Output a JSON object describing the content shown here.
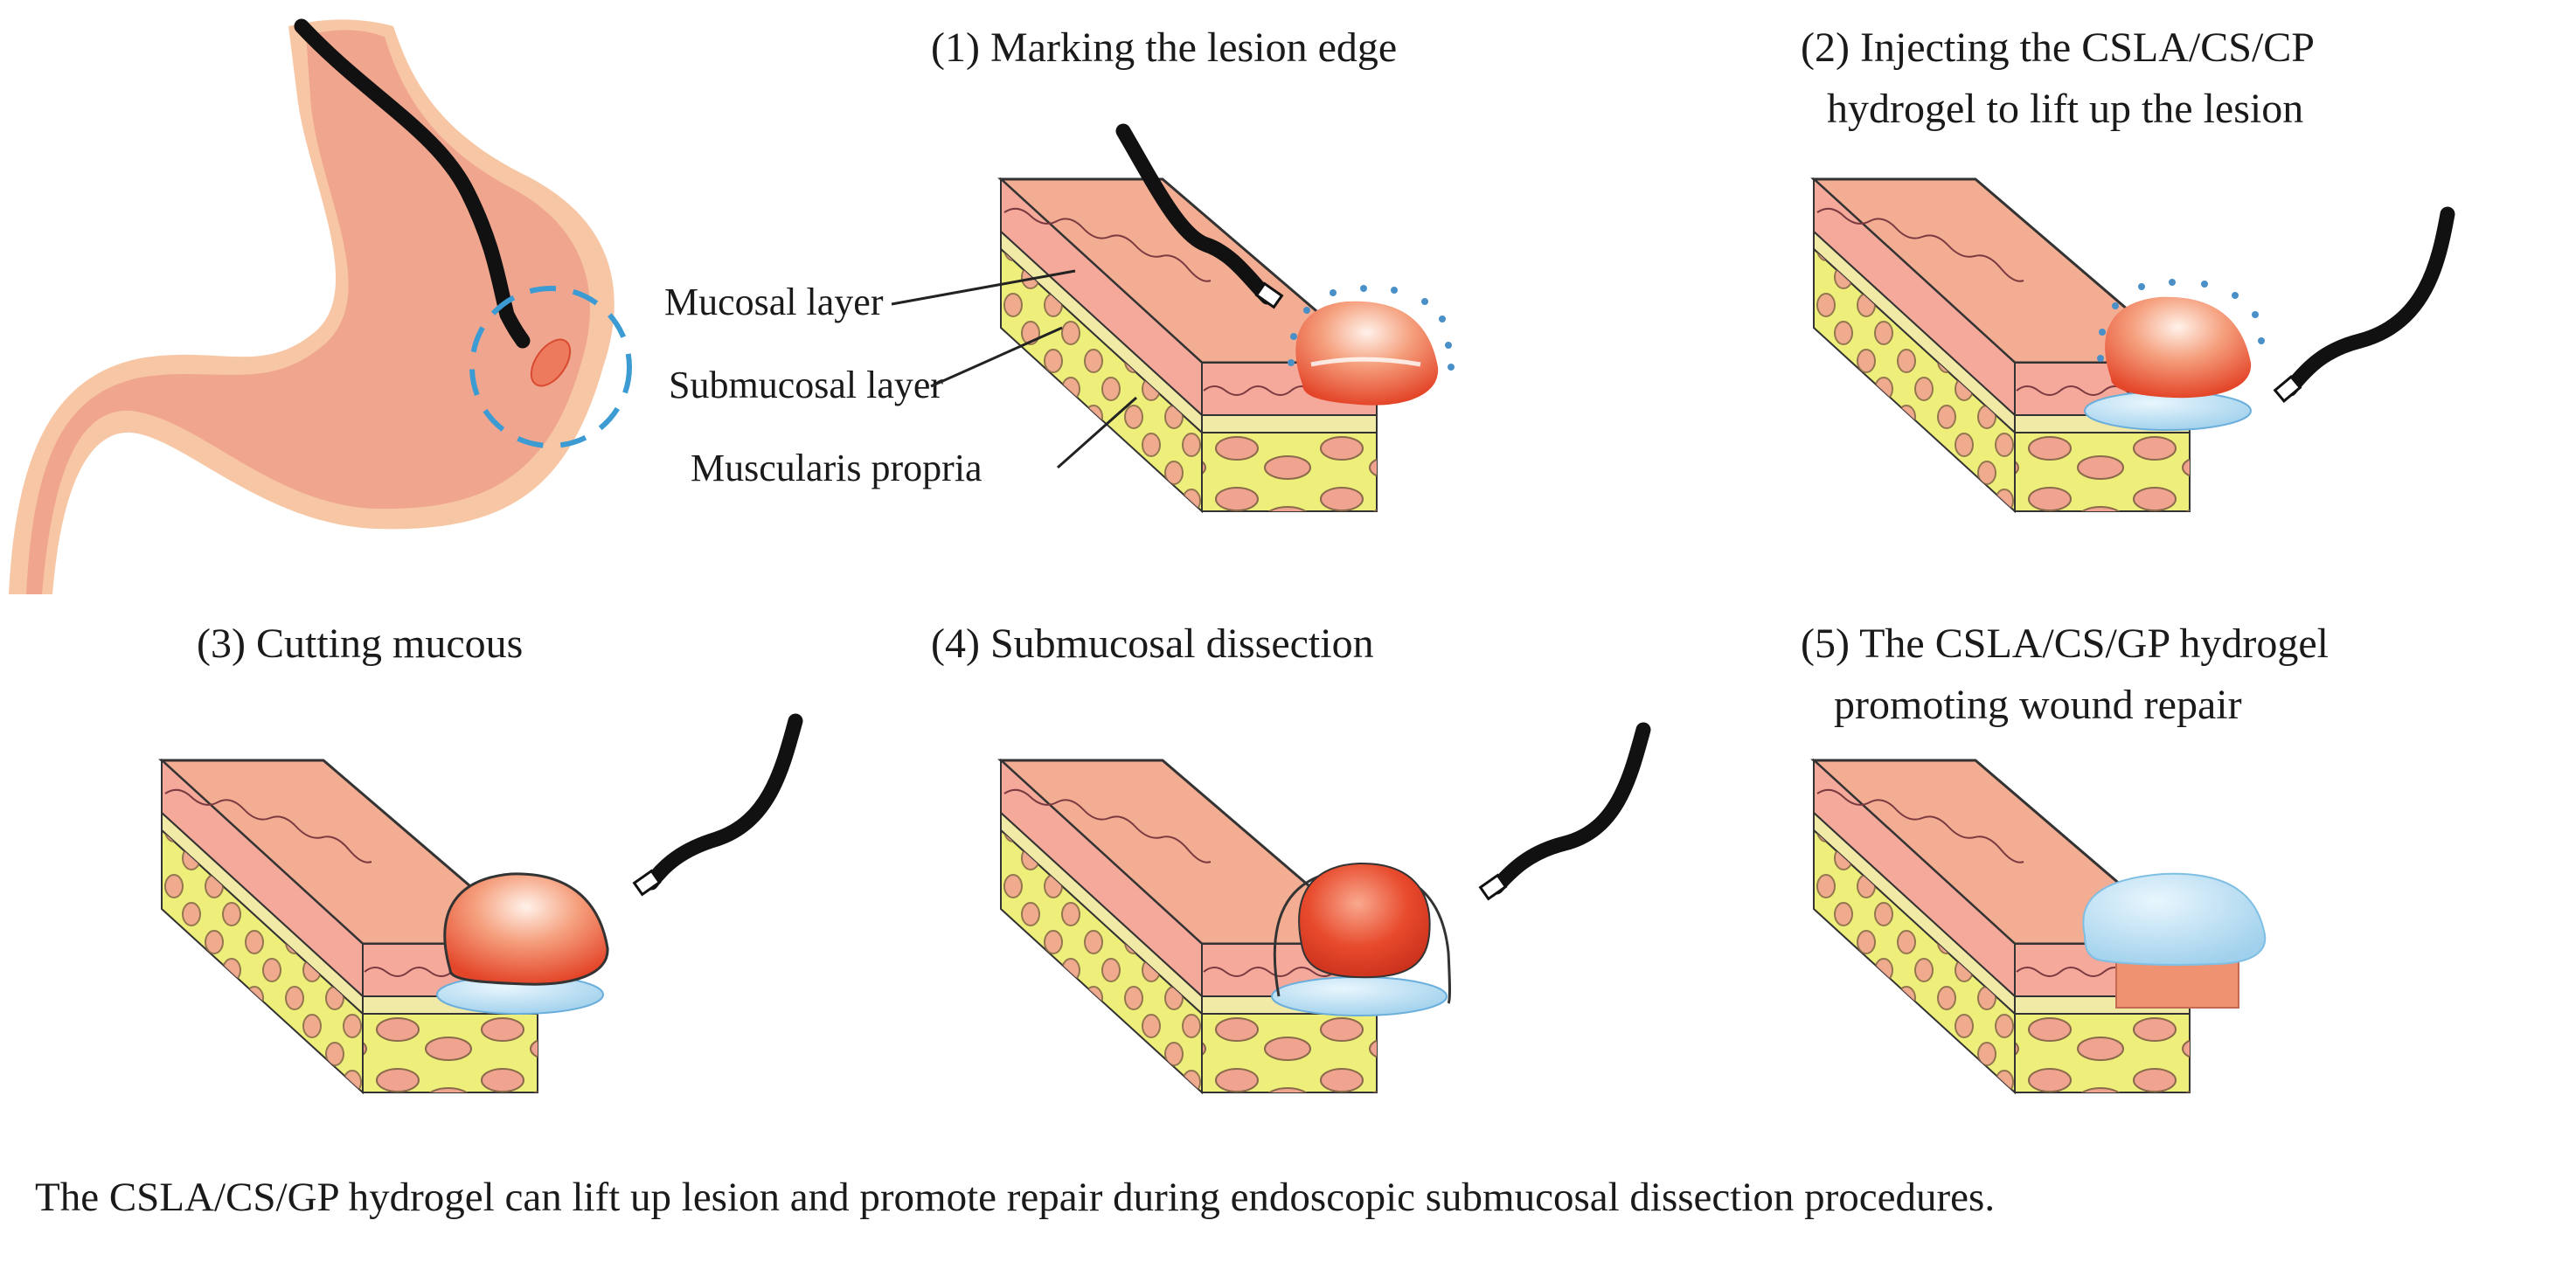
{
  "steps": [
    {
      "title": "(1) Marking  the lesion edge"
    },
    {
      "title_line1": "(2) Injecting the CSLA/CS/CP",
      "title_line2": "hydrogel to lift up the lesion"
    },
    {
      "title": "(3) Cutting mucous"
    },
    {
      "title": "(4) Submucosal dissection"
    },
    {
      "title_line1": "(5) The CSLA/CS/GP hydrogel",
      "title_line2": "promoting wound repair"
    }
  ],
  "layer_labels": {
    "mucosal": "Mucosal layer",
    "submucosal": "Submucosal layer",
    "muscularis": "Muscularis propria"
  },
  "caption": "The CSLA/CS/GP hydrogel can lift up lesion and promote repair  during  endoscopic submucosal dissection procedures.",
  "colors": {
    "mucosa_top": "#f3ad93",
    "mucosa_side": "#f4a99b",
    "submucosa": "#f1e9a6",
    "muscle": "#eeee7a",
    "muscle_cell": "#f0a490",
    "hydrogel": "#a9d7ef",
    "lesion": "#ee5a3a",
    "endoscope": "#111111",
    "marking_dots": "#4a90c8",
    "stomach": "#f0a68e"
  }
}
